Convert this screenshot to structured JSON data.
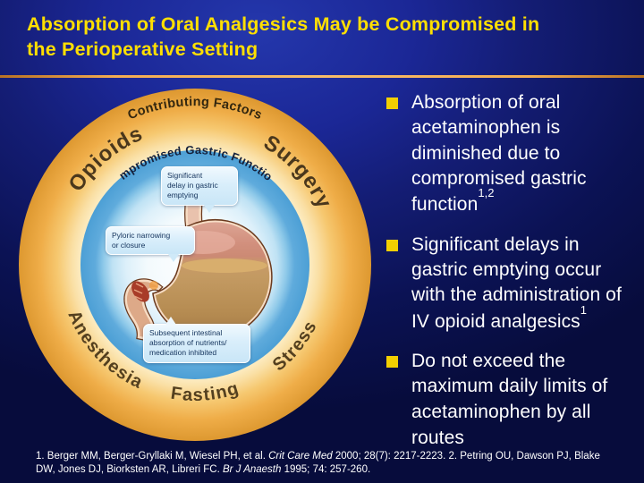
{
  "title": "Absorption of Oral Analgesics May be Compromised in\nthe Perioperative Setting",
  "diagram": {
    "ring_labels": {
      "top": "Contributing Factors",
      "upper_left": "Opioids",
      "upper_right": "Surgery",
      "lower_left": "Anesthesia",
      "bottom": "Fasting",
      "lower_right": "Stress"
    },
    "inner_label": "Compromised Gastric Functions",
    "callouts": {
      "delay": "Significant\ndelay in gastric\nemptying",
      "pyloric": "Pyloric narrowing\nor closure",
      "intestinal": "Subsequent intestinal\nabsorption of nutrients/\nmedication inhibited"
    }
  },
  "bullets": [
    {
      "text": "Absorption of oral acetaminophen is diminished due to compromised gastric function",
      "sup": "1,2"
    },
    {
      "text": "Significant delays in gastric emptying occur with the administration of IV opioid analgesics",
      "sup": "1"
    },
    {
      "text": "Do not exceed the maximum daily limits of acetaminophen by all routes",
      "sup": ""
    }
  ],
  "references": {
    "parts": [
      {
        "t": "1. Berger MM, Berger-Gryllaki M, Wiesel PH, et al. "
      },
      {
        "t": "Crit Care Med"
      },
      {
        "t": " 2000; 28(7): 2217-2223.  2. Petring OU, Dawson PJ, Blake DW, Jones DJ, Biorksten AR, Libreri FC. "
      },
      {
        "t": "Br J Anaesth"
      },
      {
        "t": " 1995; 74: 257-260."
      }
    ]
  },
  "colors": {
    "title_yellow": "#ffdf00",
    "bullet_marker": "#f2cf00",
    "divider_orange": "#f4ad52",
    "ring_orange": "#efad48",
    "ring_blue": "#4c9fd5",
    "callout_blue": "#d9eefb",
    "background_navy": "#0b1254",
    "body_text": "#ffffff"
  }
}
